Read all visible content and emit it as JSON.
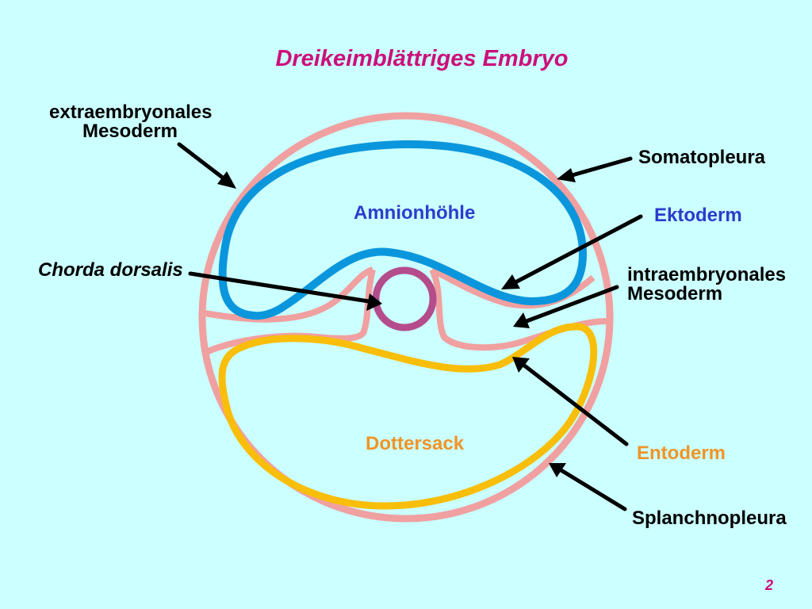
{
  "title": "Dreikeimblättriges Embryo",
  "page_number": "2",
  "colors": {
    "background": "#ccffff",
    "title": "#cc0f7a",
    "mesoderm": "#f0a0a0",
    "ektoderm": "#0a96dc",
    "entoderm": "#f8be0a",
    "chorda": "#b44c8c",
    "label_default": "#000000",
    "label_ektoderm": "#2b3ccc",
    "label_entoderm": "#f09428",
    "label_amnion": "#2b3ccc",
    "label_dottersack": "#f09428"
  },
  "labels": {
    "extraembryonales_line1": "extraembryonales",
    "extraembryonales_line2": "Mesoderm",
    "somatopleura": "Somatopleura",
    "ektoderm": "Ektoderm",
    "amnionhoehle": "Amnionhöhle",
    "chorda_dorsalis": "Chorda dorsalis",
    "intraembryonales_line1": "intraembryonales",
    "intraembryonales_line2": "Mesoderm",
    "dottersack": "Dottersack",
    "entoderm": "Entoderm",
    "splanchnopleura": "Splanchnopleura"
  }
}
